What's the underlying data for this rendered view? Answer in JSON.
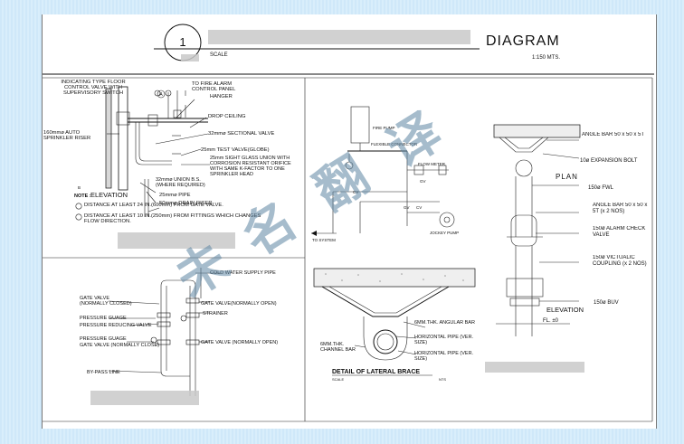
{
  "title_block": {
    "number": "1",
    "title": "DIAGRAM",
    "scale_label": "SCALE",
    "scale_value": "1:150 MTS."
  },
  "riser_detail": {
    "labels": {
      "indicating_valve": "INDICATING TYPE FLOOR CONTROL VALVE WITH SUPERVISORY SWITCH",
      "fire_alarm": "TO FIRE ALARM CONTROL PANEL",
      "hanger": "HANGER",
      "drop_ceiling": "DROP CEILING",
      "sectional_valve": "32mmø SECTIONAL VALVE",
      "sprinkler_riser": "160mmø AUTO SPRINKLER RISER",
      "test_valve": "25mm TEST VALVE(GLOBE)",
      "sight_glass": "25mm SIGHT GLASS UNION WITH CORROSION RESISTANT ORIFICE WITH SAME K-FACTOR TO ONE SPRINKLER HEAD",
      "union": "32mmø UNION B.S. (WHERE REQUIRED)",
      "pipe_25": "25mmø PIPE",
      "drain_riser": "50mmø DRAIN RISER",
      "elevation": "ELEVATION",
      "marker_a": "A",
      "marker_b": "B",
      "note": "NOTE :",
      "note_a": "DISTANCE AT LEAST 24 IN.(600mm) FROM GATE VALVE.",
      "note_b": "DISTANCE AT LEAST 10 IN.(250mm) FROM FITTINGS WHICH CHANGES FLOW DIRECTION."
    }
  },
  "pump_detail": {
    "labels": {
      "fire_pump": "FIRE PUMP",
      "flexible_connector": "FLEXIBLE CONNECTOR",
      "flow_meter": "FLOW METER",
      "gv1": "GV",
      "gv2": "GV",
      "cv": "CV",
      "cv2": "CV",
      "to_system": "TO SYSTEM",
      "jockey_pump": "JOCKEY PUMP"
    }
  },
  "plan_detail": {
    "labels": {
      "angle_bar_top": "ANGLE BAR 50 x 50 x 5T",
      "expansion_bolt": "10ø EXPANSION BOLT",
      "plan": "PLAN",
      "fwl": "150ø FWL",
      "angle_bar_2": "ANGLE BAR 50 x 50 x 5T (x 2 NOS)",
      "alarm_check": "150ø ALARM CHECK VALVE",
      "victualic": "150ø VICTUALIC COUPLING (x 2 NOS)",
      "elevation": "ELEVATION",
      "buv": "150ø BUV",
      "fl": "FL. ±0"
    }
  },
  "water_supply_detail": {
    "labels": {
      "cold_water": "COLD WATER SUPPLY PIPE",
      "gate_valve_nc": "GATE VALVE (NORMALLY CLOSED)",
      "gate_valve_no": "GATE VALVE(NORMALLY OPEN)",
      "strainer": "STRAINER",
      "pressure_gauge_1": "PRESSURE GUAGE",
      "pressure_reducing": "PRESSURE REDUCING VALVE",
      "pressure_gauge_2": "PRESSURE GUAGE",
      "gate_valve_nc2": "GATE VALVE (NORMALLY CLOSE)",
      "gate_valve_no2": "GATE VALVE (NORMALLY OPEN)",
      "bypass": "BY-PASS LINE"
    }
  },
  "lateral_brace_detail": {
    "labels": {
      "angular_bar": "6MM.THK. ANGULAR BAR",
      "horizontal_pipe_1": "HORIZONTAL PIPE (VER. SIZE)",
      "channel_bar": "6MM.THK. CHANNEL BAR",
      "horizontal_pipe_2": "HORIZONTAL PIPE (VER. SIZE)",
      "title": "DETAIL OF LATERAL BRACE",
      "scale": "SCALE",
      "nts": "NTS"
    }
  }
}
